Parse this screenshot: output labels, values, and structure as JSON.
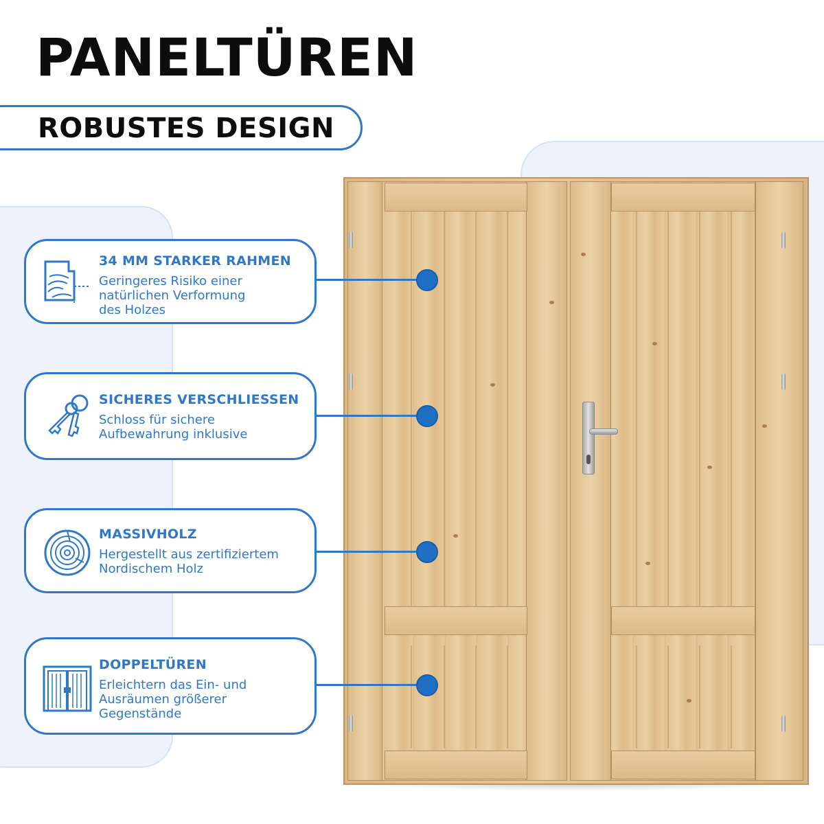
{
  "header": {
    "title": "PANELTÜREN",
    "subtitle": "ROBUSTES DESIGN"
  },
  "colors": {
    "accent": "#2f78c9",
    "dot": "#1f6fc4",
    "panel_bg": "#eef2fa",
    "wood": "#e2c393"
  },
  "features": [
    {
      "icon": "wood-profile-icon",
      "title": "34 MM STARKER RAHMEN",
      "description": "Geringeres Risiko einer\nnatürlichen Verformung\ndes Holzes"
    },
    {
      "icon": "keys-icon",
      "title": "SICHERES VERSCHLIESSEN",
      "description": "Schloss für sichere\nAufbewahrung inklusive"
    },
    {
      "icon": "log-rings-icon",
      "title": "MASSIVHOLZ",
      "description": "Hergestellt aus zertifiziertem\nNordischem Holz"
    },
    {
      "icon": "double-door-icon",
      "title": "DOPPELTÜREN",
      "description": "Erleichtern das Ein- und\nAusräumen größerer\nGegenstände"
    }
  ]
}
